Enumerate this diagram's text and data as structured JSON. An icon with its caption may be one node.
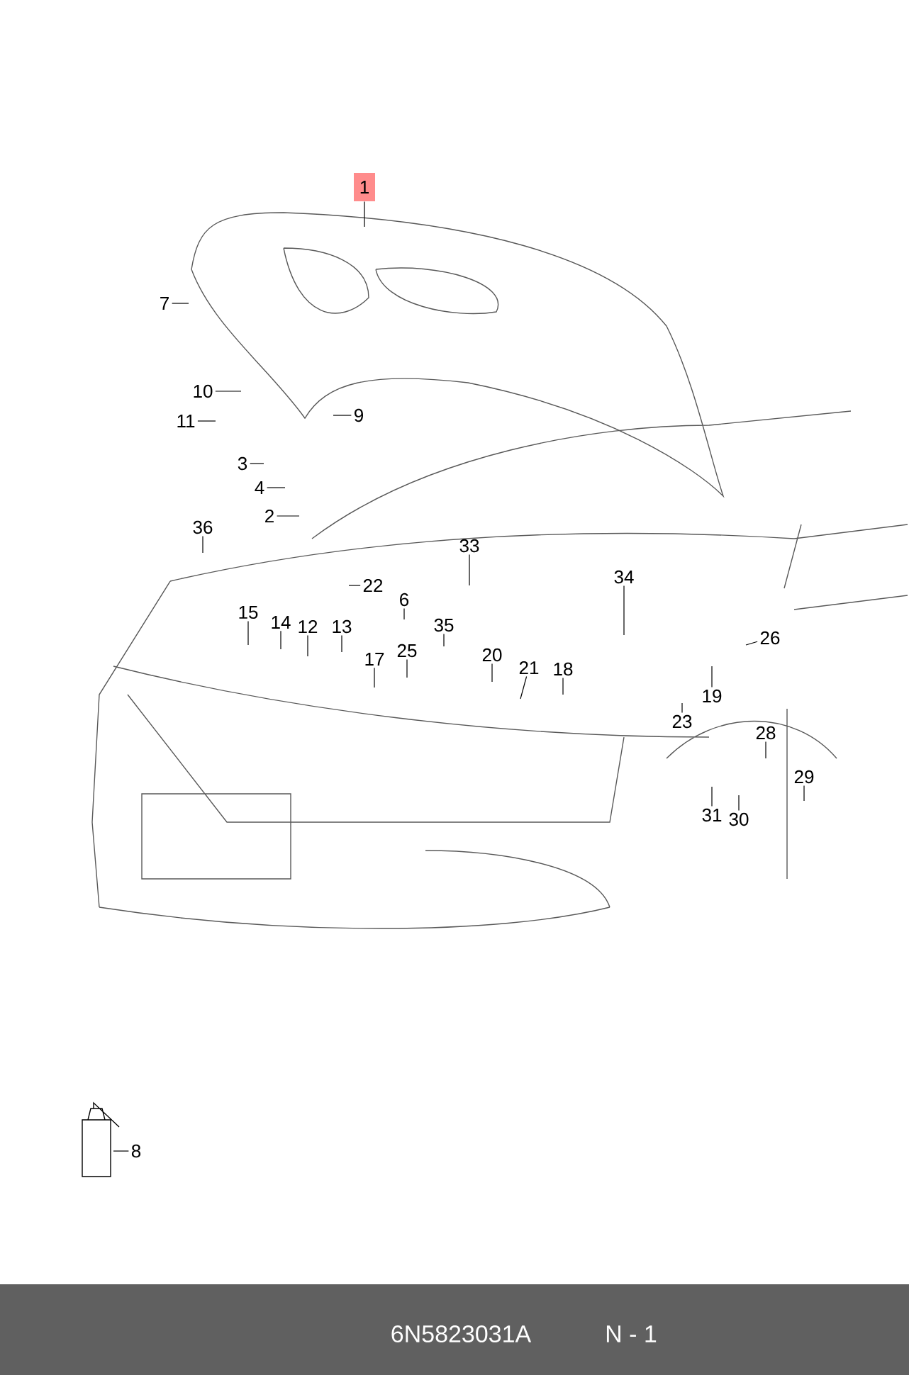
{
  "diagram": {
    "nodes": [
      {
        "text": [
          "1"
        ]
      },
      {
        "text": [
          "7"
        ]
      },
      {
        "text": [
          "10"
        ]
      },
      {
        "text": [
          "11"
        ]
      },
      {
        "text": [
          "9"
        ]
      },
      {
        "text": [
          "3"
        ]
      },
      {
        "text": [
          "4"
        ]
      },
      {
        "text": [
          "2"
        ]
      },
      {
        "text": [
          "36"
        ]
      },
      {
        "text": [
          "33"
        ]
      },
      {
        "text": [
          "22"
        ]
      },
      {
        "text": [
          "34"
        ]
      },
      {
        "text": [
          "6"
        ]
      },
      {
        "text": [
          "35"
        ]
      },
      {
        "text": [
          "15"
        ]
      },
      {
        "text": [
          "14"
        ]
      },
      {
        "text": [
          "12"
        ]
      },
      {
        "text": [
          "13"
        ]
      },
      {
        "text": [
          "25"
        ]
      },
      {
        "text": [
          "17"
        ]
      },
      {
        "text": [
          "20"
        ]
      },
      {
        "text": [
          "21"
        ]
      },
      {
        "text": [
          "18"
        ]
      },
      {
        "text": [
          "26"
        ]
      },
      {
        "text": [
          "19"
        ]
      },
      {
        "text": [
          "23"
        ]
      },
      {
        "text": [
          "28"
        ]
      },
      {
        "text": [
          "29"
        ]
      },
      {
        "text": [
          "31"
        ]
      },
      {
        "text": [
          "30"
        ]
      },
      {
        "text": [
          "8"
        ]
      }
    ],
    "edges": [
      {
        "from": 0,
        "to": null,
        "arrow": "none"
      },
      {
        "from": 1,
        "to": null,
        "arrow": "none"
      },
      {
        "from": 2,
        "to": null,
        "arrow": "none"
      },
      {
        "from": 3,
        "to": null,
        "arrow": "none"
      },
      {
        "from": 4,
        "to": null,
        "arrow": "none"
      },
      {
        "from": 5,
        "to": null,
        "arrow": "none"
      },
      {
        "from": 6,
        "to": null,
        "arrow": "none"
      },
      {
        "from": 7,
        "to": null,
        "arrow": "none"
      },
      {
        "from": 8,
        "to": null,
        "arrow": "none"
      },
      {
        "from": 9,
        "to": null,
        "arrow": "none"
      },
      {
        "from": 10,
        "to": null,
        "arrow": "none"
      },
      {
        "from": 11,
        "to": null,
        "arrow": "none"
      },
      {
        "from": 12,
        "to": null,
        "arrow": "none"
      },
      {
        "from": 13,
        "to": null,
        "arrow": "none"
      },
      {
        "from": 14,
        "to": null,
        "arrow": "none"
      },
      {
        "from": 15,
        "to": null,
        "arrow": "none"
      },
      {
        "from": 16,
        "to": null,
        "arrow": "none"
      },
      {
        "from": 17,
        "to": null,
        "arrow": "none"
      },
      {
        "from": 18,
        "to": null,
        "arrow": "none"
      },
      {
        "from": 19,
        "to": null,
        "arrow": "none"
      },
      {
        "from": 20,
        "to": null,
        "arrow": "none"
      },
      {
        "from": 21,
        "to": null,
        "arrow": "none"
      },
      {
        "from": 22,
        "to": null,
        "arrow": "none"
      },
      {
        "from": 23,
        "to": null,
        "arrow": "none"
      },
      {
        "from": 24,
        "to": null,
        "arrow": "none"
      },
      {
        "from": 25,
        "to": null,
        "arrow": "none"
      },
      {
        "from": 26,
        "to": null,
        "arrow": "none"
      },
      {
        "from": 27,
        "to": null,
        "arrow": "none"
      },
      {
        "from": 28,
        "to": null,
        "arrow": "none"
      },
      {
        "from": 29,
        "to": null,
        "arrow": "none"
      },
      {
        "from": 30,
        "to": null,
        "arrow": "none"
      }
    ],
    "labels": [
      "6N5823031A",
      "N - 1"
    ]
  }
}
